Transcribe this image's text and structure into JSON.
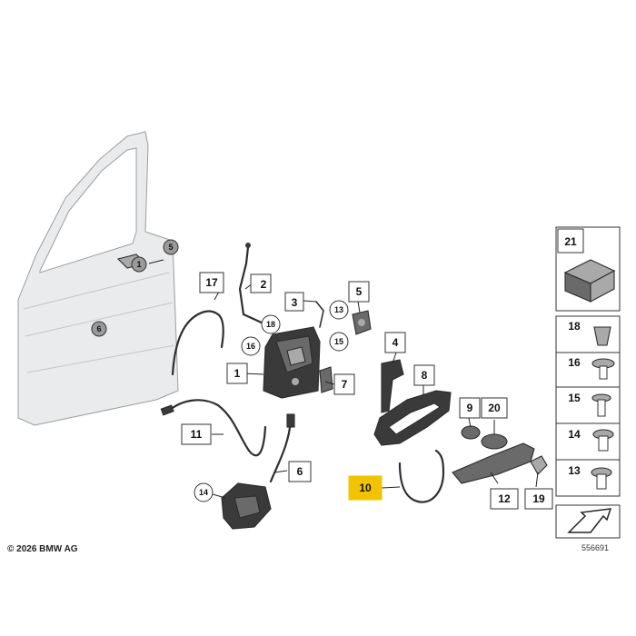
{
  "copyright": "© 2026 BMW AG",
  "diagram_number": "556691",
  "highlighted_part": "10",
  "highlight_color": "#f2c300",
  "callouts": {
    "p1": "1",
    "p2": "2",
    "p3": "3",
    "p4": "4",
    "p5": "5",
    "p6": "6",
    "p7": "7",
    "p8": "8",
    "p9": "9",
    "p10": "10",
    "p11": "11",
    "p12": "12",
    "p13": "13",
    "p14": "14",
    "p15": "15",
    "p16": "16",
    "p17": "17",
    "p18": "18",
    "p19": "19",
    "p20": "20",
    "p21": "21"
  },
  "sidebar_parts": [
    "21",
    "18",
    "16",
    "15",
    "14",
    "13"
  ]
}
